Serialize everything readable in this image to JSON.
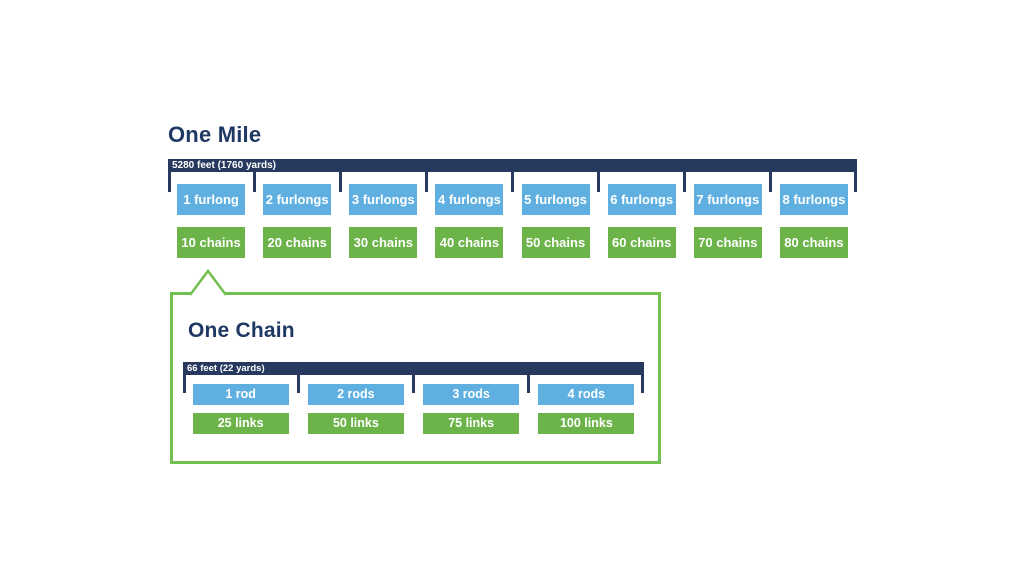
{
  "colors": {
    "navy": "#27395E",
    "title_navy": "#203864",
    "blue": "#5FB0E1",
    "green": "#6CB44A",
    "border_green": "#72C050"
  },
  "mile": {
    "title": "One Mile",
    "bar_label": "5280 feet (1760 yards)",
    "furlongs": [
      "1 furlong",
      "2 furlongs",
      "3 furlongs",
      "4 furlongs",
      "5 furlongs",
      "6 furlongs",
      "7 furlongs",
      "8 furlongs"
    ],
    "chains": [
      "10 chains",
      "20 chains",
      "30 chains",
      "40 chains",
      "50 chains",
      "60 chains",
      "70 chains",
      "80 chains"
    ]
  },
  "chain": {
    "title": "One Chain",
    "bar_label": "66 feet (22 yards)",
    "rods": [
      "1 rod",
      "2 rods",
      "3 rods",
      "4 rods"
    ],
    "links": [
      "25 links",
      "50 links",
      "75 links",
      "100 links"
    ]
  }
}
